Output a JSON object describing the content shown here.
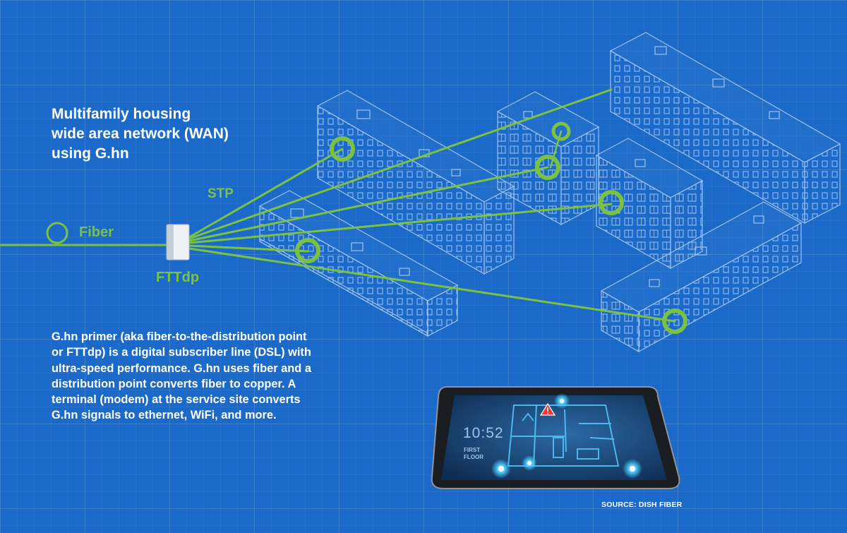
{
  "title_lines": [
    "Multifamily housing",
    "wide area network (WAN)",
    "using G.hn"
  ],
  "labels": {
    "fiber": "Fiber",
    "stp": "STP",
    "fttdp": "FTTdp"
  },
  "description_lines": [
    "G.hn primer (aka fiber-to-the-distribution point",
    "or FTTdp) is a digital subscriber line (DSL) with",
    "ultra-speed performance. G.hn uses fiber and a",
    "distribution point converts fiber to copper. A",
    "terminal (modem) at the service site converts",
    "G.hn signals to ethernet, WiFi, and more."
  ],
  "source": "SOURCE: DISH FIBER",
  "tablet": {
    "time": "10:52",
    "floor": "FIRST FLOOR"
  },
  "colors": {
    "background": "#1b6ac9",
    "line_green": "#7cc242",
    "text_white": "#ffffff",
    "building_outline": "#9cc2ee"
  },
  "icons": {
    "fiber_marker": "ring-icon",
    "distribution_point": "fttdp-box-icon",
    "building_node": "ring-icon",
    "tablet_alert": "warning-triangle-icon"
  }
}
